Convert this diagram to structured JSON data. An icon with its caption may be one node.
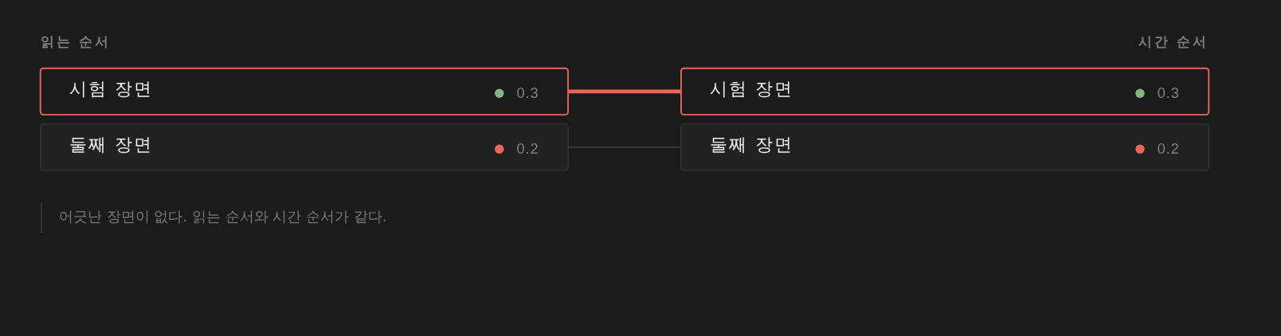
{
  "diagram": {
    "nodes": [
      {
        "text": [
          "시험 장면",
          "0.3"
        ]
      },
      {
        "text": [
          "둘째 장면",
          "0.2"
        ]
      },
      {
        "text": [
          "시험 장면",
          "0.3"
        ]
      },
      {
        "text": [
          "둘째 장면",
          "0.2"
        ]
      }
    ],
    "edges": [
      {
        "from": 0,
        "to": 2,
        "arrow": "none",
        "style": "thick",
        "color": "#e8675a"
      },
      {
        "from": 1,
        "to": 3,
        "arrow": "none",
        "color": "#3a3a3a"
      }
    ],
    "labels": [
      "읽는 순서",
      "시간 순서",
      "어긋난 장면이 없다. 읽는 순서와 시간 순서가 같다."
    ]
  }
}
